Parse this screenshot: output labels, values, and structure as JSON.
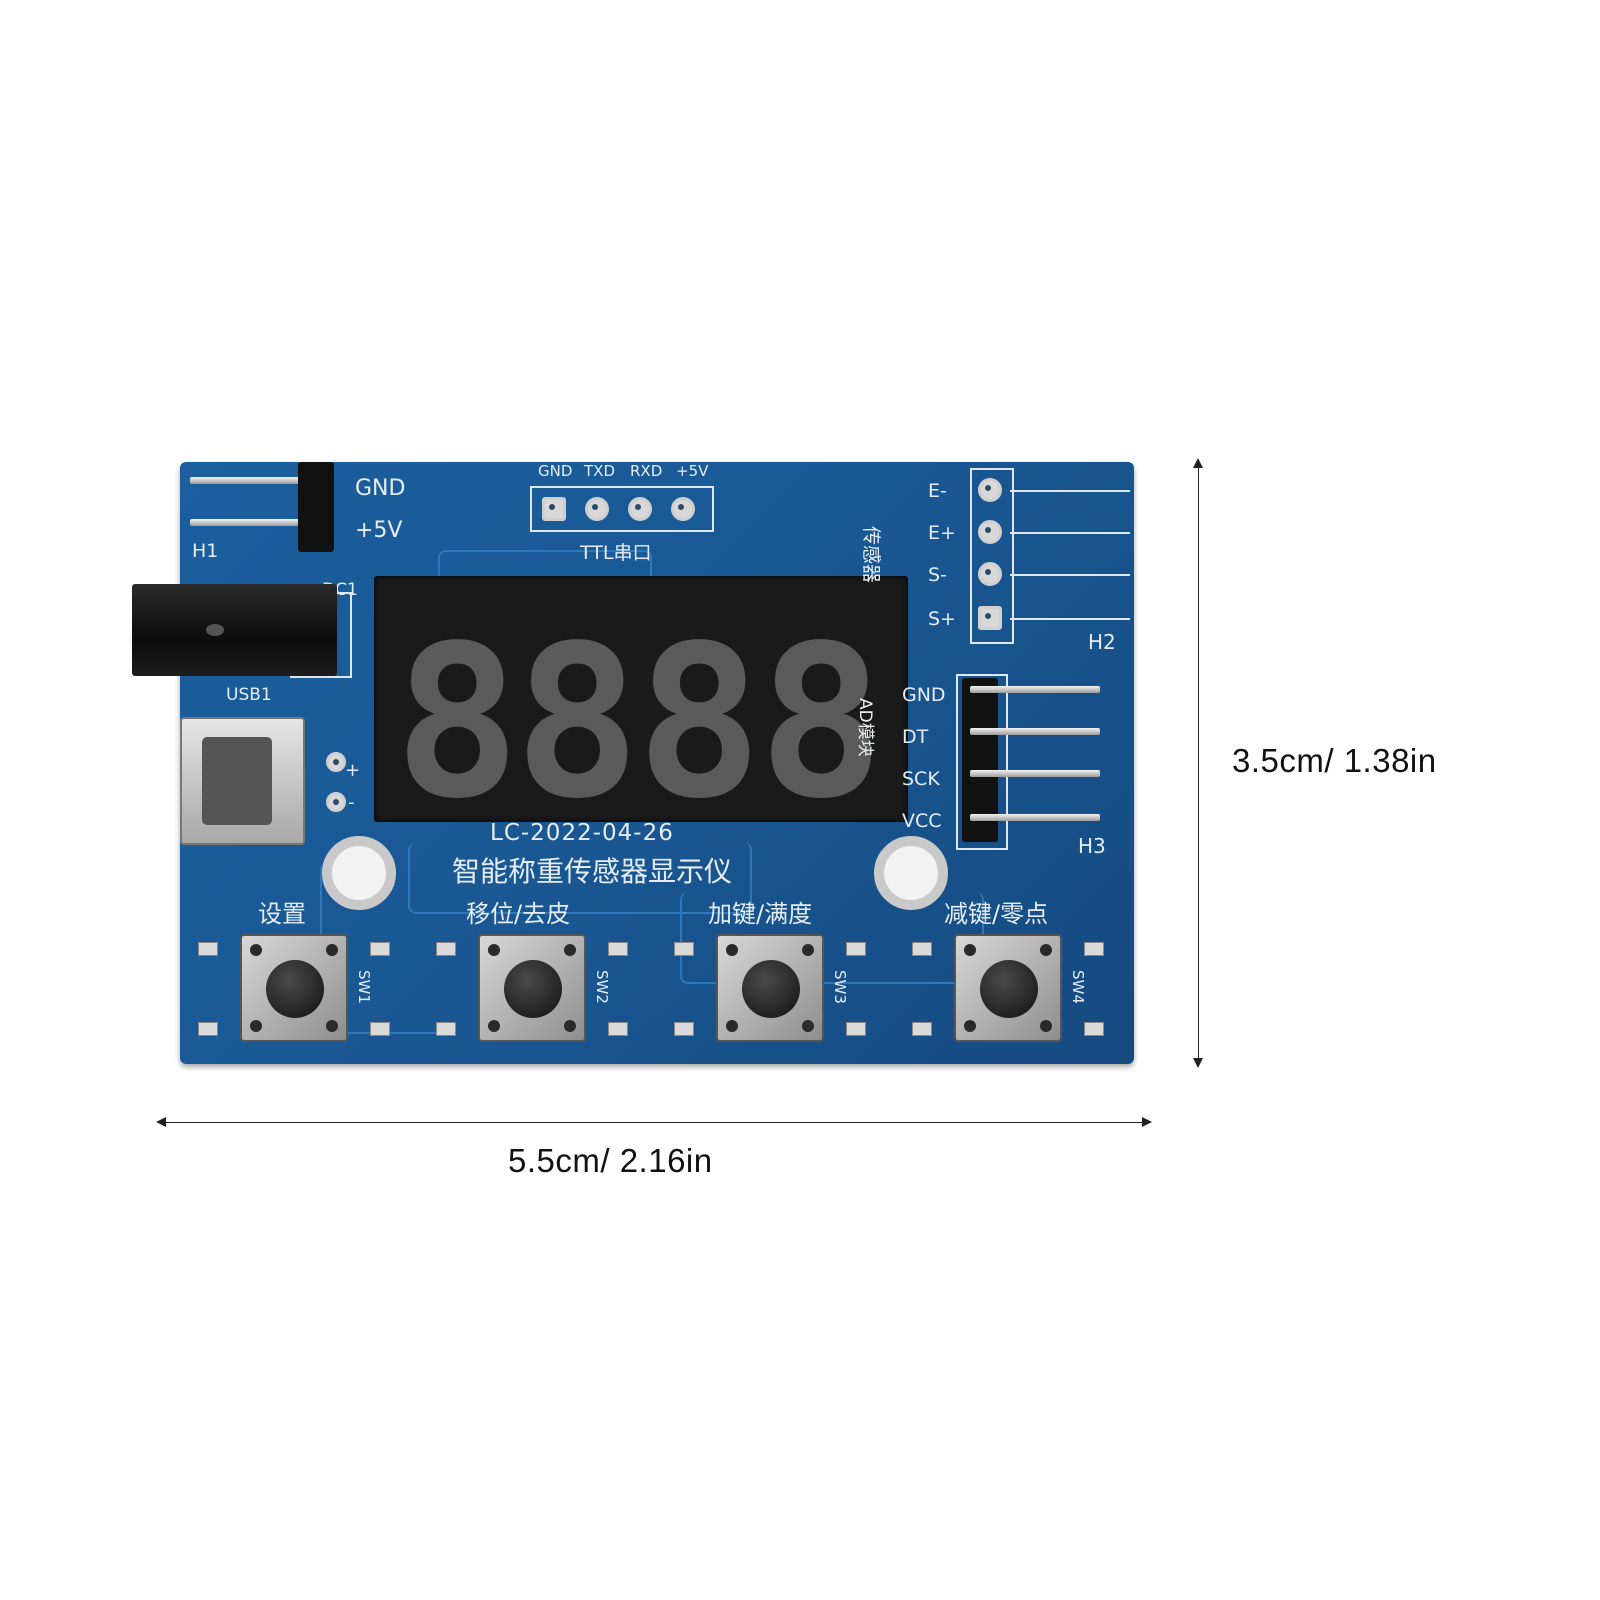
{
  "board": {
    "h1_gnd": "GND",
    "h1_5v": "+5V",
    "h1_label": "H1",
    "dc_label": "DC1",
    "usb_label": "USB1",
    "plus": "+",
    "minus": "-",
    "ttl_pins": [
      "GND",
      "TXD",
      "RXD",
      "+5V"
    ],
    "ttl_label": "TTL串口",
    "sensor_pins": [
      "E-",
      "E+",
      "S-",
      "S+"
    ],
    "sensor_label": "传感器",
    "h2_label": "H2",
    "module_pins": [
      "GND",
      "DT",
      "SCK",
      "VCC"
    ],
    "module_label": "AD模块",
    "h3_label": "H3",
    "model": "LC-2022-04-26",
    "title": "智能称重传感器显示仪",
    "buttons": [
      {
        "label": "设置",
        "sw": "SW1"
      },
      {
        "label": "移位/去皮",
        "sw": "SW2"
      },
      {
        "label": "加键/满度",
        "sw": "SW3"
      },
      {
        "label": "减键/零点",
        "sw": "SW4"
      }
    ],
    "display_digits": [
      "8",
      "8",
      "8",
      "8"
    ]
  },
  "dimensions": {
    "height": "3.5cm/ 1.38in",
    "width": "5.5cm/ 2.16in"
  },
  "colors": {
    "pcb": "#1a5894",
    "silkscreen": "#e6edf4",
    "display": "#1a1a1a",
    "segment": "#5a5a5a"
  }
}
